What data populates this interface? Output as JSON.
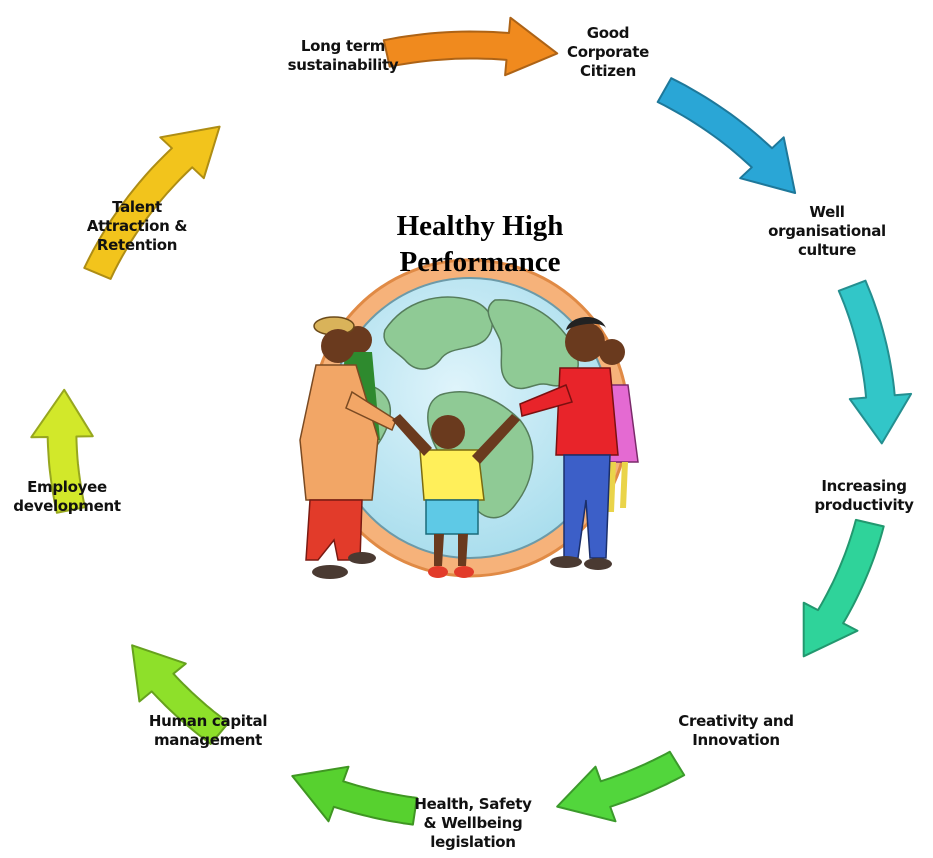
{
  "diagram": {
    "center_title": "Healthy High\nPerformance",
    "stages": [
      {
        "id": "long-term-sustainability",
        "label": "Long term\nsustainability"
      },
      {
        "id": "good-corporate-citizen",
        "label": "Good\nCorporate\nCitizen"
      },
      {
        "id": "well-organisational-culture",
        "label": "Well\norganisational\nculture"
      },
      {
        "id": "increasing-productivity",
        "label": "Increasing\nproductivity"
      },
      {
        "id": "creativity-and-innovation",
        "label": "Creativity and\nInnovation"
      },
      {
        "id": "health-safety-wellbeing-legislation",
        "label": "Health, Safety\n& Wellbeing\nlegislation"
      },
      {
        "id": "human-capital-management",
        "label": "Human capital\nmanagement"
      },
      {
        "id": "employee-development",
        "label": "Employee\ndevelopment"
      },
      {
        "id": "talent-attraction-retention",
        "label": "Talent\nAttraction &\nRetention"
      }
    ],
    "arrow_colors": [
      "#f08a1e",
      "#2aa6d6",
      "#32c6c8",
      "#2fd39a",
      "#52d63c",
      "#57d12f",
      "#8ee02a",
      "#d2e82a",
      "#f2c41c"
    ],
    "illustration": "people-around-globe"
  }
}
